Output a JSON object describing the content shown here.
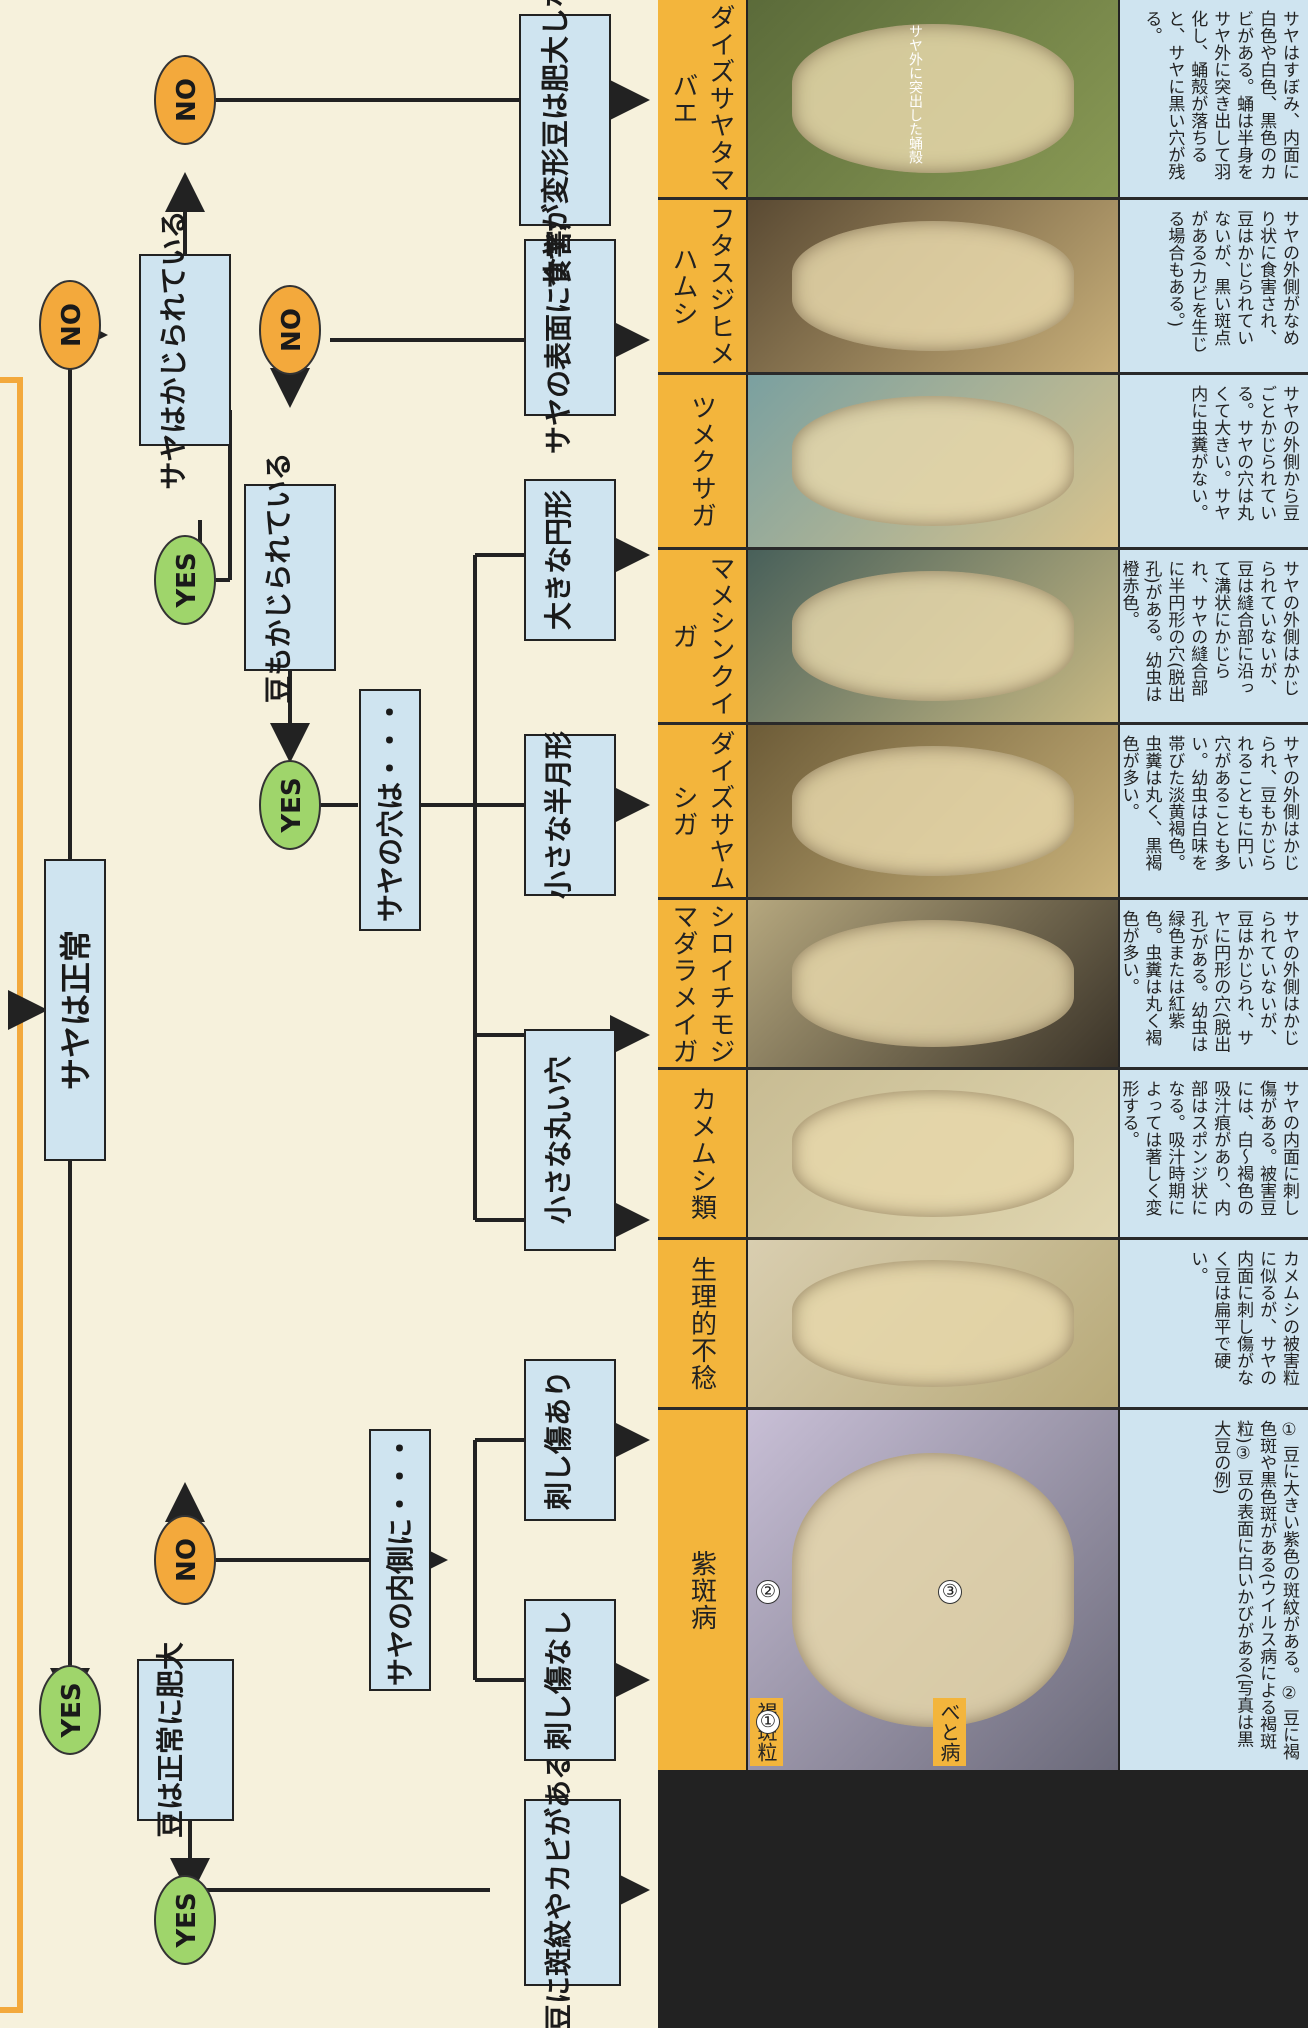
{
  "flowchart": {
    "pod_normal": "サヤは正常",
    "bean_normal": "豆は正常に肥大",
    "bean_spots": "豆に斑紋やカビがある",
    "pod_inside": "サヤの内側に・・・",
    "no_puncture": "刺し傷なし",
    "with_puncture": "刺し傷あり",
    "pod_hole": "サヤの穴は・・・",
    "small_round": "小さな丸い穴",
    "small_crescent": "小さな半月形",
    "large_round": "大きな円形",
    "bean_chewed": "豆もかじられている",
    "pod_chewed": "サヤはかじられている",
    "pod_surface": "サヤの表面に食害痕",
    "pod_deformed": "サヤが変形豆は肥大しない",
    "yes": "YES",
    "no": "NO"
  },
  "table": {
    "rows": [
      {
        "name": "紫斑病",
        "desc": "① 豆に大きい紫色の斑紋がある。② 豆に褐色斑や黒色斑がある(ウイルス病による褐斑粒)③ 豆の表面に白いかびがある(写真は黒大豆の例)",
        "labels": [
          "褐斑粒",
          "べと病"
        ],
        "nums": [
          "①",
          "②",
          "③"
        ]
      },
      {
        "name": "生理的不稔",
        "desc": "カメムシの被害粒に似るが、サヤの内面に刺し傷がなく豆は扁平で硬い。"
      },
      {
        "name": "カメムシ類",
        "desc": "サヤの内面に刺し傷がある。被害豆には、白〜褐色の吸汁痕があり、内部はスポンジ状になる。吸汁時期によっては著しく変形する。"
      },
      {
        "name": "シロイチモジマダラメイガ",
        "desc": "サヤの外側はかじられていないが、豆はかじられ、サヤに円形の穴(脱出孔)がある。幼虫は緑色または紅紫色。虫糞は丸く褐色が多い。"
      },
      {
        "name": "ダイズサヤムシガ",
        "desc": "サヤの外側はかじられ、豆もかじられることもに円い穴があることも多い。幼虫は白味を帯びた淡黄褐色。虫糞は丸く、黒褐色が多い。"
      },
      {
        "name": "マメシンクイガ",
        "desc": "サヤの外側はかじられていないが、豆は縫合部に沿って溝状にかじられ、サヤの縫合部に半円形の穴(脱出孔)がある。幼虫は橙赤色。"
      },
      {
        "name": "ツメクサガ",
        "desc": "サヤの外側から豆ごとかじられている。サヤの穴は丸くて大きい。サヤ内に虫糞がない。"
      },
      {
        "name": "フタスジヒメハムシ",
        "desc": "サヤの外側がなめり状に食害され、豆はかじられていないが、黒い斑点がある(カビを生じる場合もある。)"
      },
      {
        "name": "ダイズサヤタマバエ",
        "desc": "サヤはすぼみ、内面に白色や白色、黒色のカビがある。蛹は半身をサヤ外に突き出して羽化し、蛹殻が落ちると、サヤに黒い穴が残る。",
        "labels": [
          "サヤ外に突出した蛹殻"
        ]
      }
    ]
  }
}
